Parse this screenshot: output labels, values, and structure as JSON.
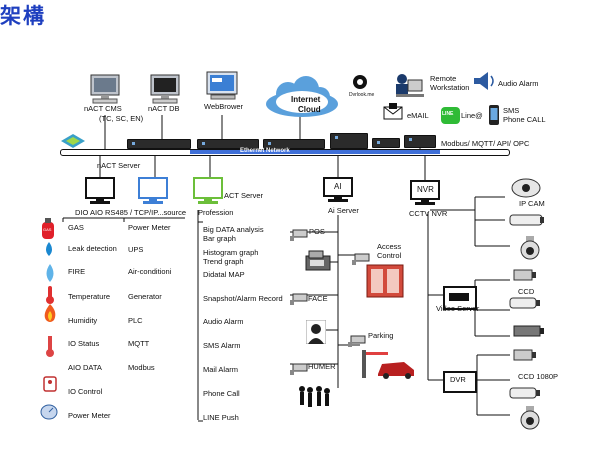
{
  "title": "架構",
  "top": {
    "cms": "nACT CMS",
    "cms_sub": "(TC, SC, EN)",
    "db": "nACT DB",
    "web": "WebBrower",
    "cloud_line1": "Internet",
    "cloud_line2": "Cloud",
    "dvr_logo": "Dvrlook.me",
    "remote": "Remote\nWorkstation",
    "audio_alarm": "Audio Alarm",
    "email": "eMAIL",
    "line": "Line@",
    "line_badge": "LINE",
    "sms": "SMS\nPhone CALL",
    "modbus": "Modbus/ MQTT/ API/ OPC"
  },
  "bus_label": "Ethernet Network",
  "servers": {
    "nact_server": "nACT Server",
    "act_server": "ACT Server",
    "ai_badge": "AI",
    "ai_server": "Ai Server",
    "nvr_badge": "NVR",
    "cctv_nvr": "CCTV NVR",
    "profession": "Profession",
    "dio": "DIO AIO RS485 / TCP/IP...source"
  },
  "sensors": [
    "GAS",
    "Leak detection",
    "FIRE",
    "Temperature",
    "Humidity",
    "IO Status",
    "AIO DATA",
    "IO Control",
    "Power Meter"
  ],
  "gas_badge": "GAS",
  "meters": [
    "Power Meter",
    "UPS",
    "Air-conditioni",
    "Generator",
    "PLC",
    "MQTT",
    "Modbus"
  ],
  "profession_items": [
    "Big DATA analysis\nBar graph",
    "Histogram graph\nTrend graph",
    "Didatal MAP",
    "Snapshot/Alarm Record",
    "Audio Alarm",
    "SMS Alarm",
    "Mail Alarm",
    "Phone Call",
    "LINE Push"
  ],
  "ai_items": {
    "pos": "POS",
    "access": "Access\nControl",
    "face": "FACE",
    "parking": "Parking",
    "humer": "HUMER"
  },
  "cctv": {
    "ip_cam": "IP CAM",
    "video_server_badge": "",
    "video_server": "Video Server",
    "ccd": "CCD",
    "dvr_badge": "DVR",
    "ccd1080": "CCD 1080P"
  }
}
